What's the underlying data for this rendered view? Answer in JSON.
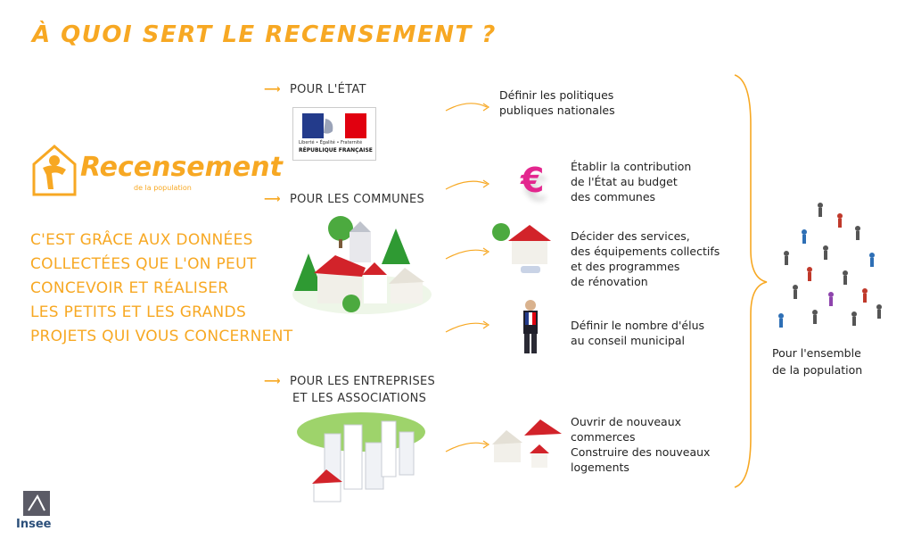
{
  "title": "À QUOI SERT LE RECENSEMENT ?",
  "logo": {
    "name": "Recensement",
    "subtitle": "de la population"
  },
  "tagline": [
    "C'EST GRÂCE AUX DONNÉES",
    "COLLECTÉES QUE L'ON PEUT",
    "CONCEVOIR ET RÉALISER",
    "LES PETITS ET LES GRANDS",
    "PROJETS QUI VOUS CONCERNENT"
  ],
  "categories": {
    "etat": "POUR L'ÉTAT",
    "communes": "POUR LES COMMUNES",
    "entreprises_line1": "POUR LES ENTREPRISES",
    "entreprises_line2": "ET LES ASSOCIATIONS"
  },
  "republique": {
    "motto": "Liberté • Égalité • Fraternité",
    "name": "RÉPUBLIQUE FRANÇAISE"
  },
  "outcomes": {
    "politiques": [
      "Définir les politiques",
      "publiques nationales"
    ],
    "contribution": [
      "Établir la contribution",
      "de l'État au budget",
      "des communes"
    ],
    "services": [
      "Décider des services,",
      "des équipements collectifs",
      "et des programmes",
      "de rénovation"
    ],
    "elus": [
      "Définir le nombre d'élus",
      "au conseil municipal"
    ],
    "commerces": [
      "Ouvrir de nouveaux",
      "commerces",
      "Construire des nouveaux",
      "logements"
    ]
  },
  "population": [
    "Pour l'ensemble",
    "de la population"
  ],
  "icons": {
    "euro": "€"
  },
  "footer_logo": "Insee",
  "colors": {
    "accent": "#f7a823",
    "red_roof": "#d2232a",
    "tree_green": "#3da83a",
    "flag_blue": "#233b8b",
    "flag_red": "#e1000f"
  }
}
